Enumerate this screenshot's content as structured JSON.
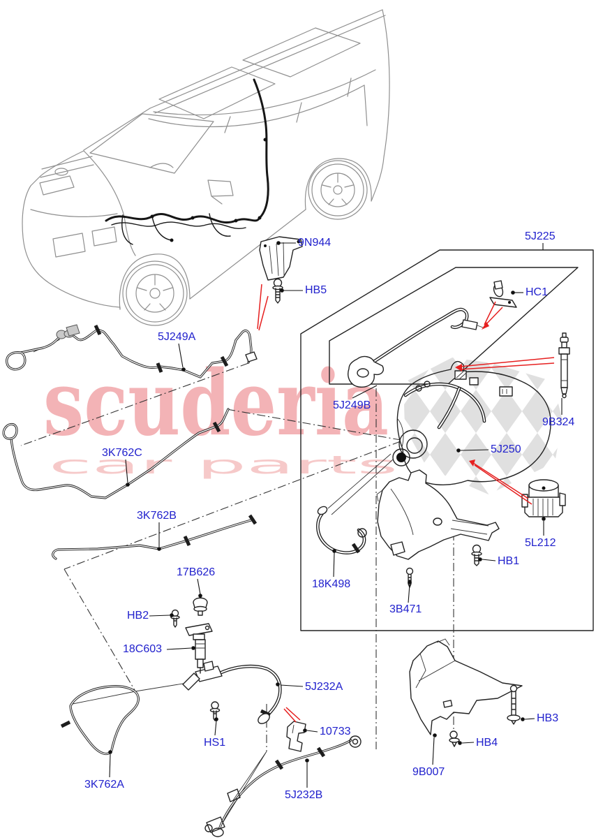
{
  "watermark": {
    "line1": "scuderia",
    "line2": "car parts"
  },
  "colors": {
    "label_blue": "#2121cd",
    "leader_red": "#e62020",
    "line_black": "#222222",
    "watermark_pink": "#f3b3b6",
    "watermark_pink_light": "#f6c9c9",
    "checker_gray": "#e0e0e0"
  },
  "part_labels": {
    "9N944": "9N944",
    "HB5": "HB5",
    "5J225": "5J225",
    "HC1": "HC1",
    "5J249A": "5J249A",
    "5J249B": "5J249B",
    "9B324": "9B324",
    "5J250": "5J250",
    "3K762C": "3K762C",
    "3K762B": "3K762B",
    "17B626": "17B626",
    "HB2": "HB2",
    "18C603": "18C603",
    "18K498": "18K498",
    "3B471": "3B471",
    "HB1": "HB1",
    "5L212": "5L212",
    "HS1": "HS1",
    "5J232A": "5J232A",
    "10733": "10733",
    "HB3": "HB3",
    "HB4": "HB4",
    "9B007": "9B007",
    "3K762A": "3K762A",
    "5J232B": "5J232B"
  }
}
